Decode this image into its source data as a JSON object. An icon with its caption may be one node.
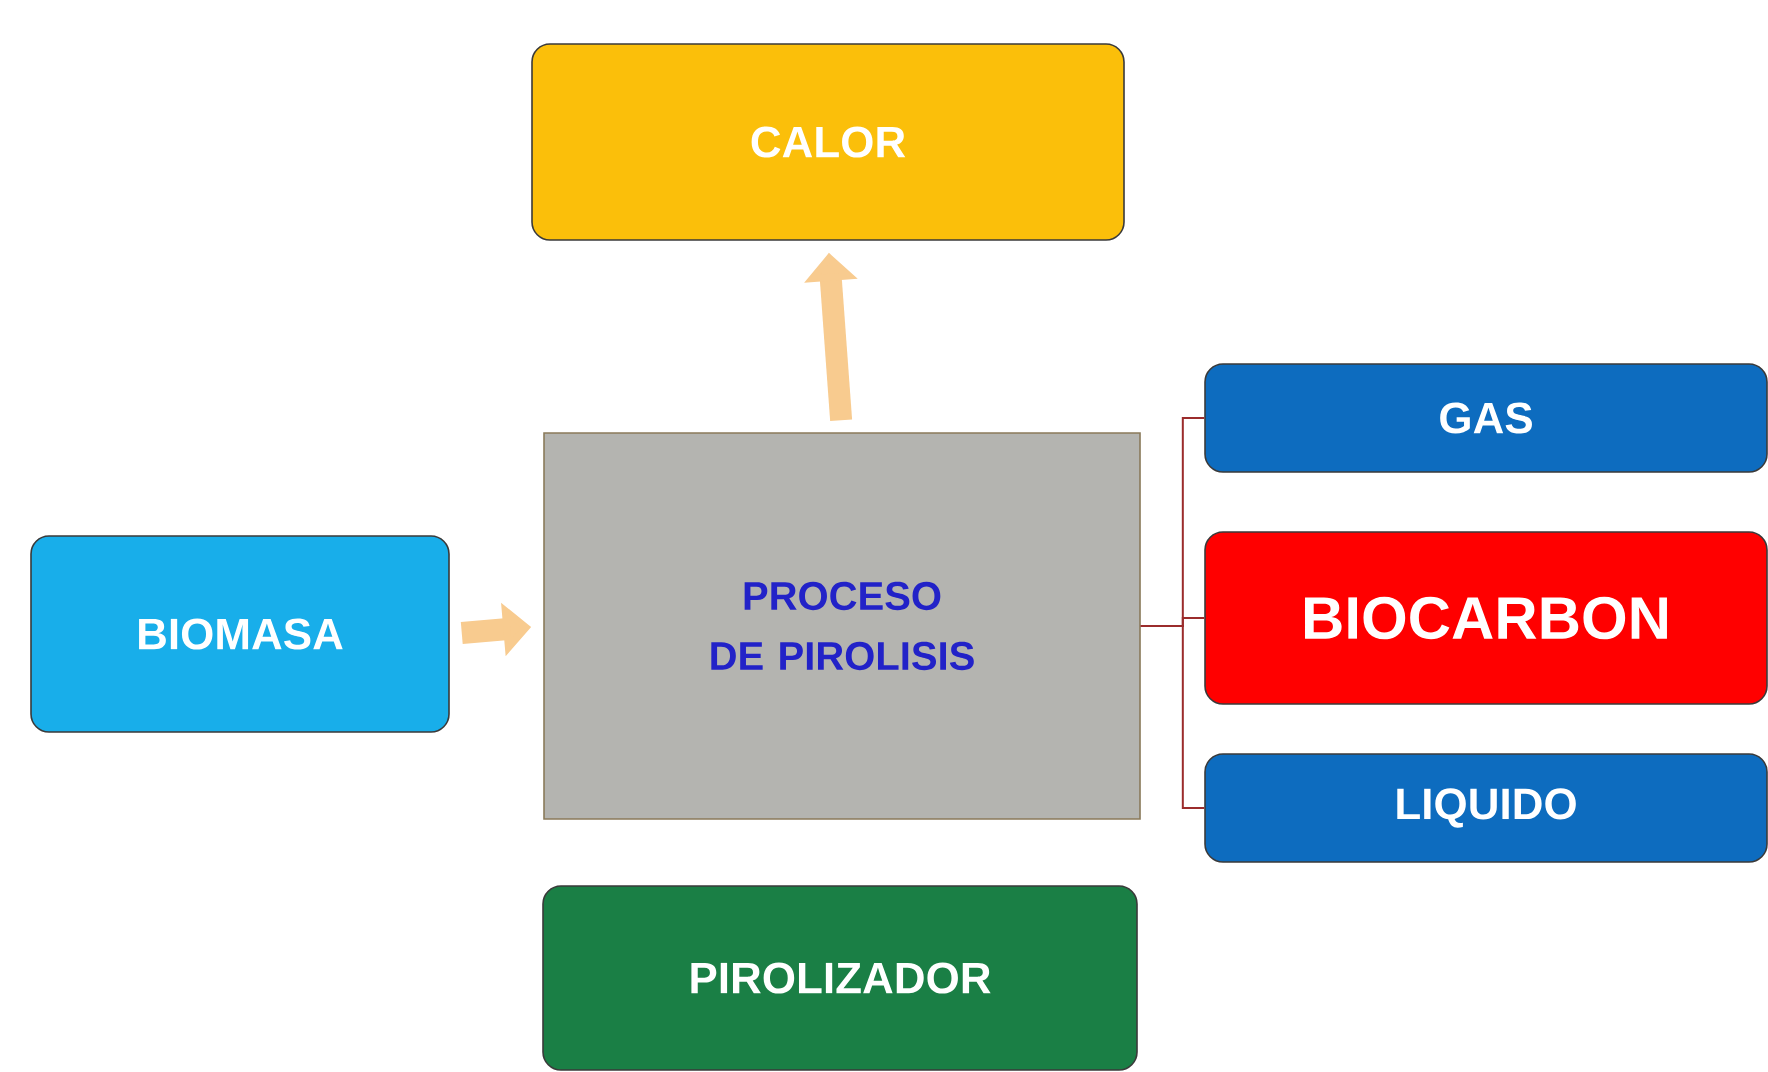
{
  "diagram": {
    "nodes": [
      {
        "text": [
          "CALOR"
        ]
      },
      {
        "text": [
          "BIOMASA"
        ]
      },
      {
        "text": [
          "PROCESO DE PIROLISIS"
        ]
      },
      {
        "text": [
          "GAS"
        ]
      },
      {
        "text": [
          "BIOCARBON"
        ]
      },
      {
        "text": [
          "LIQUIDO"
        ]
      },
      {
        "text": [
          "PIROLIZADOR"
        ]
      }
    ],
    "edges": [
      {
        "from": 1,
        "to": 2,
        "arrow": "to",
        "style": "thick",
        "color": "#f8cb8f"
      },
      {
        "from": 2,
        "to": 0,
        "arrow": "to",
        "style": "thick",
        "color": "#f8cb8f"
      },
      {
        "from": 2,
        "to": 3,
        "arrow": "none"
      },
      {
        "from": 2,
        "to": 4,
        "arrow": "none"
      },
      {
        "from": 2,
        "to": 5,
        "arrow": "none"
      }
    ]
  }
}
